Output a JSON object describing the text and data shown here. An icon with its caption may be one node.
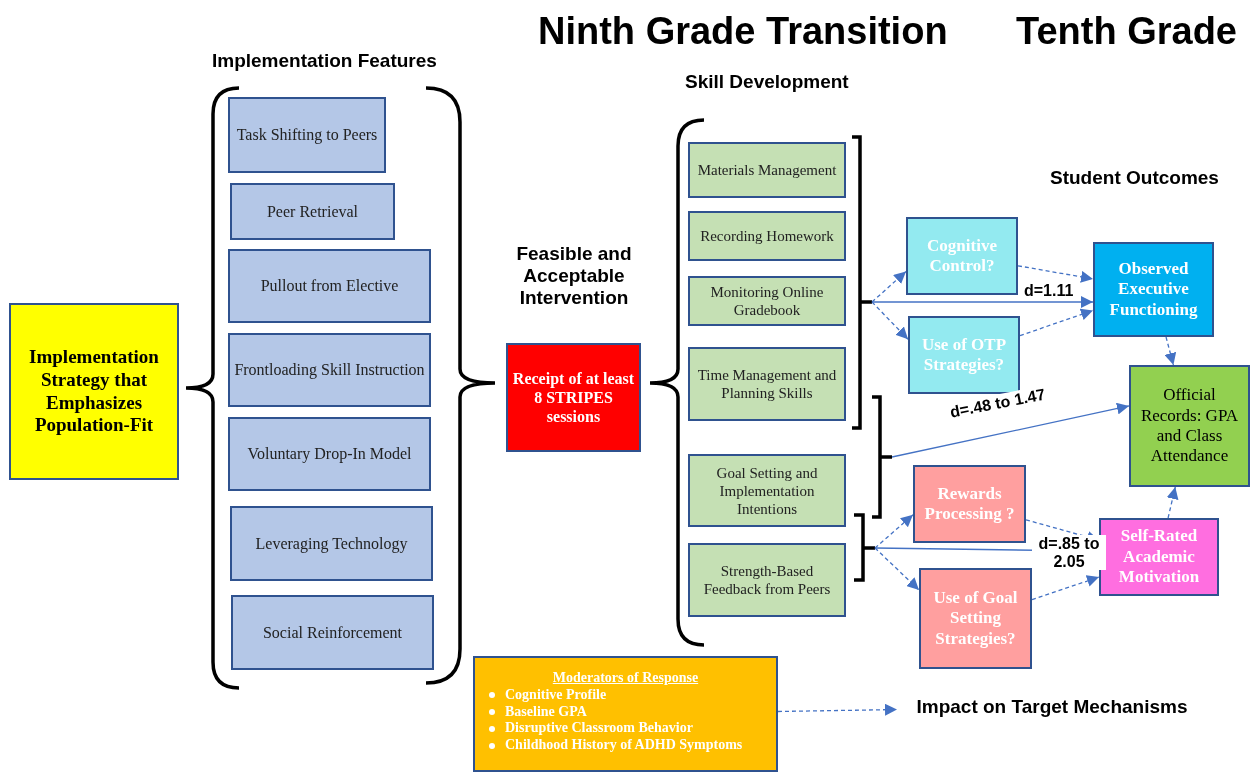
{
  "diagram": {
    "nodes": [
      {
        "text": [
          "Implementation Strategy that Emphasizes Population-Fit"
        ]
      },
      {
        "text": [
          "Task Shifting to Peers"
        ]
      },
      {
        "text": [
          "Peer Retrieval"
        ]
      },
      {
        "text": [
          "Pullout from Elective"
        ]
      },
      {
        "text": [
          "Frontloading Skill Instruction"
        ]
      },
      {
        "text": [
          "Voluntary Drop-In Model"
        ]
      },
      {
        "text": [
          "Leveraging Technology"
        ]
      },
      {
        "text": [
          "Social Reinforcement"
        ]
      },
      {
        "text": [
          "Receipt of at least 8 STRIPES sessions"
        ],
        "beside": [
          "Feasible and Acceptable Intervention"
        ]
      },
      {
        "text": [
          "Materials Management"
        ]
      },
      {
        "text": [
          "Recording Homework"
        ]
      },
      {
        "text": [
          "Monitoring Online Gradebook"
        ]
      },
      {
        "text": [
          "Time Management and Planning Skills"
        ]
      },
      {
        "text": [
          "Goal Setting and Implementation Intentions"
        ]
      },
      {
        "text": [
          "Strength-Based Feedback from Peers"
        ]
      },
      {
        "text": [
          "Cognitive Control?"
        ]
      },
      {
        "text": [
          "Use of OTP Strategies?"
        ]
      },
      {
        "text": [
          "Observed Executive Functioning"
        ]
      },
      {
        "text": [
          "Official Records: GPA and Class Attendance"
        ]
      },
      {
        "text": [
          "Rewards Processing ?"
        ]
      },
      {
        "text": [
          "Use of Goal Setting Strategies?"
        ]
      },
      {
        "text": [
          "Self-Rated Academic Motivation"
        ]
      },
      {
        "text": [
          "Moderators of Response",
          "Cognitive Profile",
          "Baseline GPA",
          "Disruptive Classroom Behavior",
          "Childhood History of ADHD Symptoms"
        ]
      },
      {
        "text": [
          "Impact on Target Mechanisms"
        ]
      },
      {
        "text": [],
        "shape": "bracket"
      },
      {
        "text": [],
        "shape": "bracket"
      },
      {
        "text": [],
        "shape": "bracket"
      }
    ],
    "edges": [
      {
        "from": 24,
        "to": 15,
        "arrow": "to",
        "style": "dashed"
      },
      {
        "from": 24,
        "to": 16,
        "arrow": "to",
        "style": "dashed"
      },
      {
        "from": 24,
        "to": 17,
        "arrow": "to",
        "label": "d=1.11"
      },
      {
        "from": 15,
        "to": 17,
        "arrow": "to",
        "style": "dashed"
      },
      {
        "from": 16,
        "to": 17,
        "arrow": "to",
        "style": "dashed"
      },
      {
        "from": 17,
        "to": 18,
        "arrow": "to",
        "style": "dashed"
      },
      {
        "from": 25,
        "to": 18,
        "arrow": "to",
        "label": "d=.48 to 1.47"
      },
      {
        "from": 26,
        "to": 19,
        "arrow": "to",
        "style": "dashed"
      },
      {
        "from": 26,
        "to": 20,
        "arrow": "to",
        "style": "dashed"
      },
      {
        "from": 26,
        "to": 21,
        "arrow": "to",
        "label": "d=.85 to 2.05"
      },
      {
        "from": 19,
        "to": 21,
        "arrow": "to",
        "style": "dashed"
      },
      {
        "from": 20,
        "to": 21,
        "arrow": "to",
        "style": "dashed"
      },
      {
        "from": 21,
        "to": 18,
        "arrow": "to",
        "style": "dashed"
      },
      {
        "from": 22,
        "to": 23,
        "arrow": "to",
        "style": "dashed"
      }
    ],
    "labels": [
      "Ninth Grade Transition",
      "Tenth Grade",
      "Implementation Features",
      "Skill Development",
      "Student Outcomes"
    ]
  }
}
